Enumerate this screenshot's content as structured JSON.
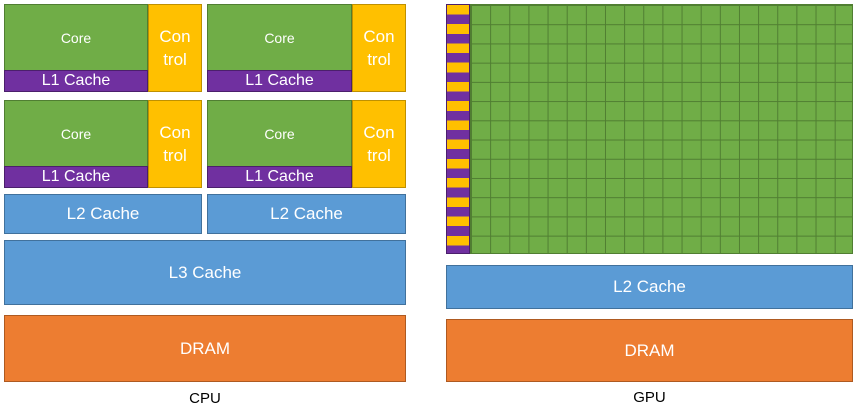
{
  "cpu": {
    "core_label": "Core",
    "control_label_line1": "Con",
    "control_label_line2": "trol",
    "l1_label": "L1 Cache",
    "l2_label": "L2 Cache",
    "l3_label": "L3 Cache",
    "dram_label": "DRAM",
    "caption": "CPU"
  },
  "gpu": {
    "l2_label": "L2 Cache",
    "dram_label": "DRAM",
    "caption": "GPU"
  },
  "colors": {
    "core": "#70ad47",
    "l1_cache": "#7030a0",
    "control": "#ffc000",
    "cache": "#5b9bd5",
    "dram": "#ed7d31"
  }
}
